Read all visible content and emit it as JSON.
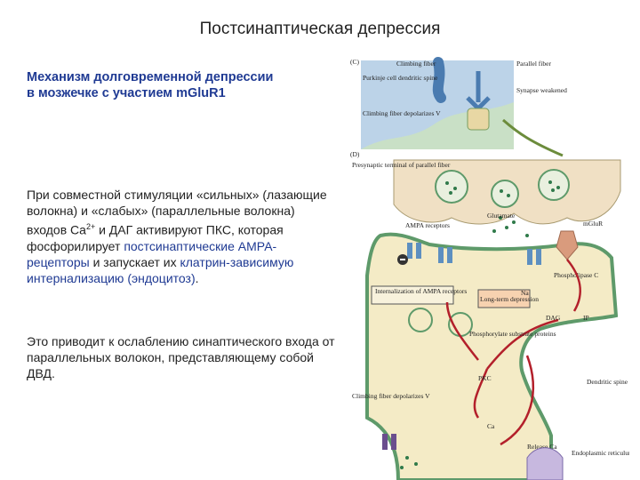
{
  "header": {
    "title": "Постсинаптическая депрессия",
    "subtitle_line1": "Механизм долговременной депрессии",
    "subtitle_line2": "в мозжечке с участием mGluR1"
  },
  "body": {
    "p1_a": "При совместной стимуляции «сильных» (лазающие волокна) и «слабых» (параллельные волокна) входов Ca",
    "p1_sup": "2+",
    "p1_b": " и ДАГ активируют ПКС, которая фосфорилирует ",
    "p1_link1": "постсинаптические АМРА-рецепторы",
    "p1_c": " и запускает их ",
    "p1_link2": "клатрин-зависимую интернализацию (эндоцитоз)",
    "p1_d": ".",
    "p2": "Это приводит к ослаблению синаптического входа от параллельных волокон, представляющему собой ДВД."
  },
  "figure": {
    "panel_c": "(C)",
    "panel_d": "(D)",
    "c_labels": {
      "climbing_fiber": "Climbing fiber",
      "parallel_fiber": "Parallel fiber",
      "purkinje_spine": "Purkinje cell dendritic spine",
      "synapse_weakened": "Synapse weakened",
      "cf_depolarizes": "Climbing fiber depolarizes V"
    },
    "d_labels": {
      "presynaptic": "Presynaptic terminal of parallel fiber",
      "glutamate": "Glutamate",
      "mglur": "mGluR",
      "ampa": "AMPA receptors",
      "phospholipase": "Phospholipase C",
      "internalization": "Internalization of AMPA receptors",
      "ltd": "Long-term depression",
      "na": "Na",
      "dag": "DAG",
      "ip3": "IP",
      "phosphorylate": "Phosphorylate substrate proteins",
      "pkc": "PKC",
      "dendritic_spine": "Dendritic spine of Purkinje cell",
      "cf_depolarizes": "Climbing fiber depolarizes V",
      "ca": "Ca",
      "release_ca": "Release Ca",
      "er": "Endoplasmic reticulum"
    }
  },
  "colors": {
    "subtitle_blue": "#1f3a93",
    "spine_green": "#5e9a6a",
    "spine_fill": "#f4ebc6",
    "presyn_fill": "#f0e0c4",
    "receptor_blue": "#5d8fc0",
    "arrow_red": "#b3202b"
  }
}
